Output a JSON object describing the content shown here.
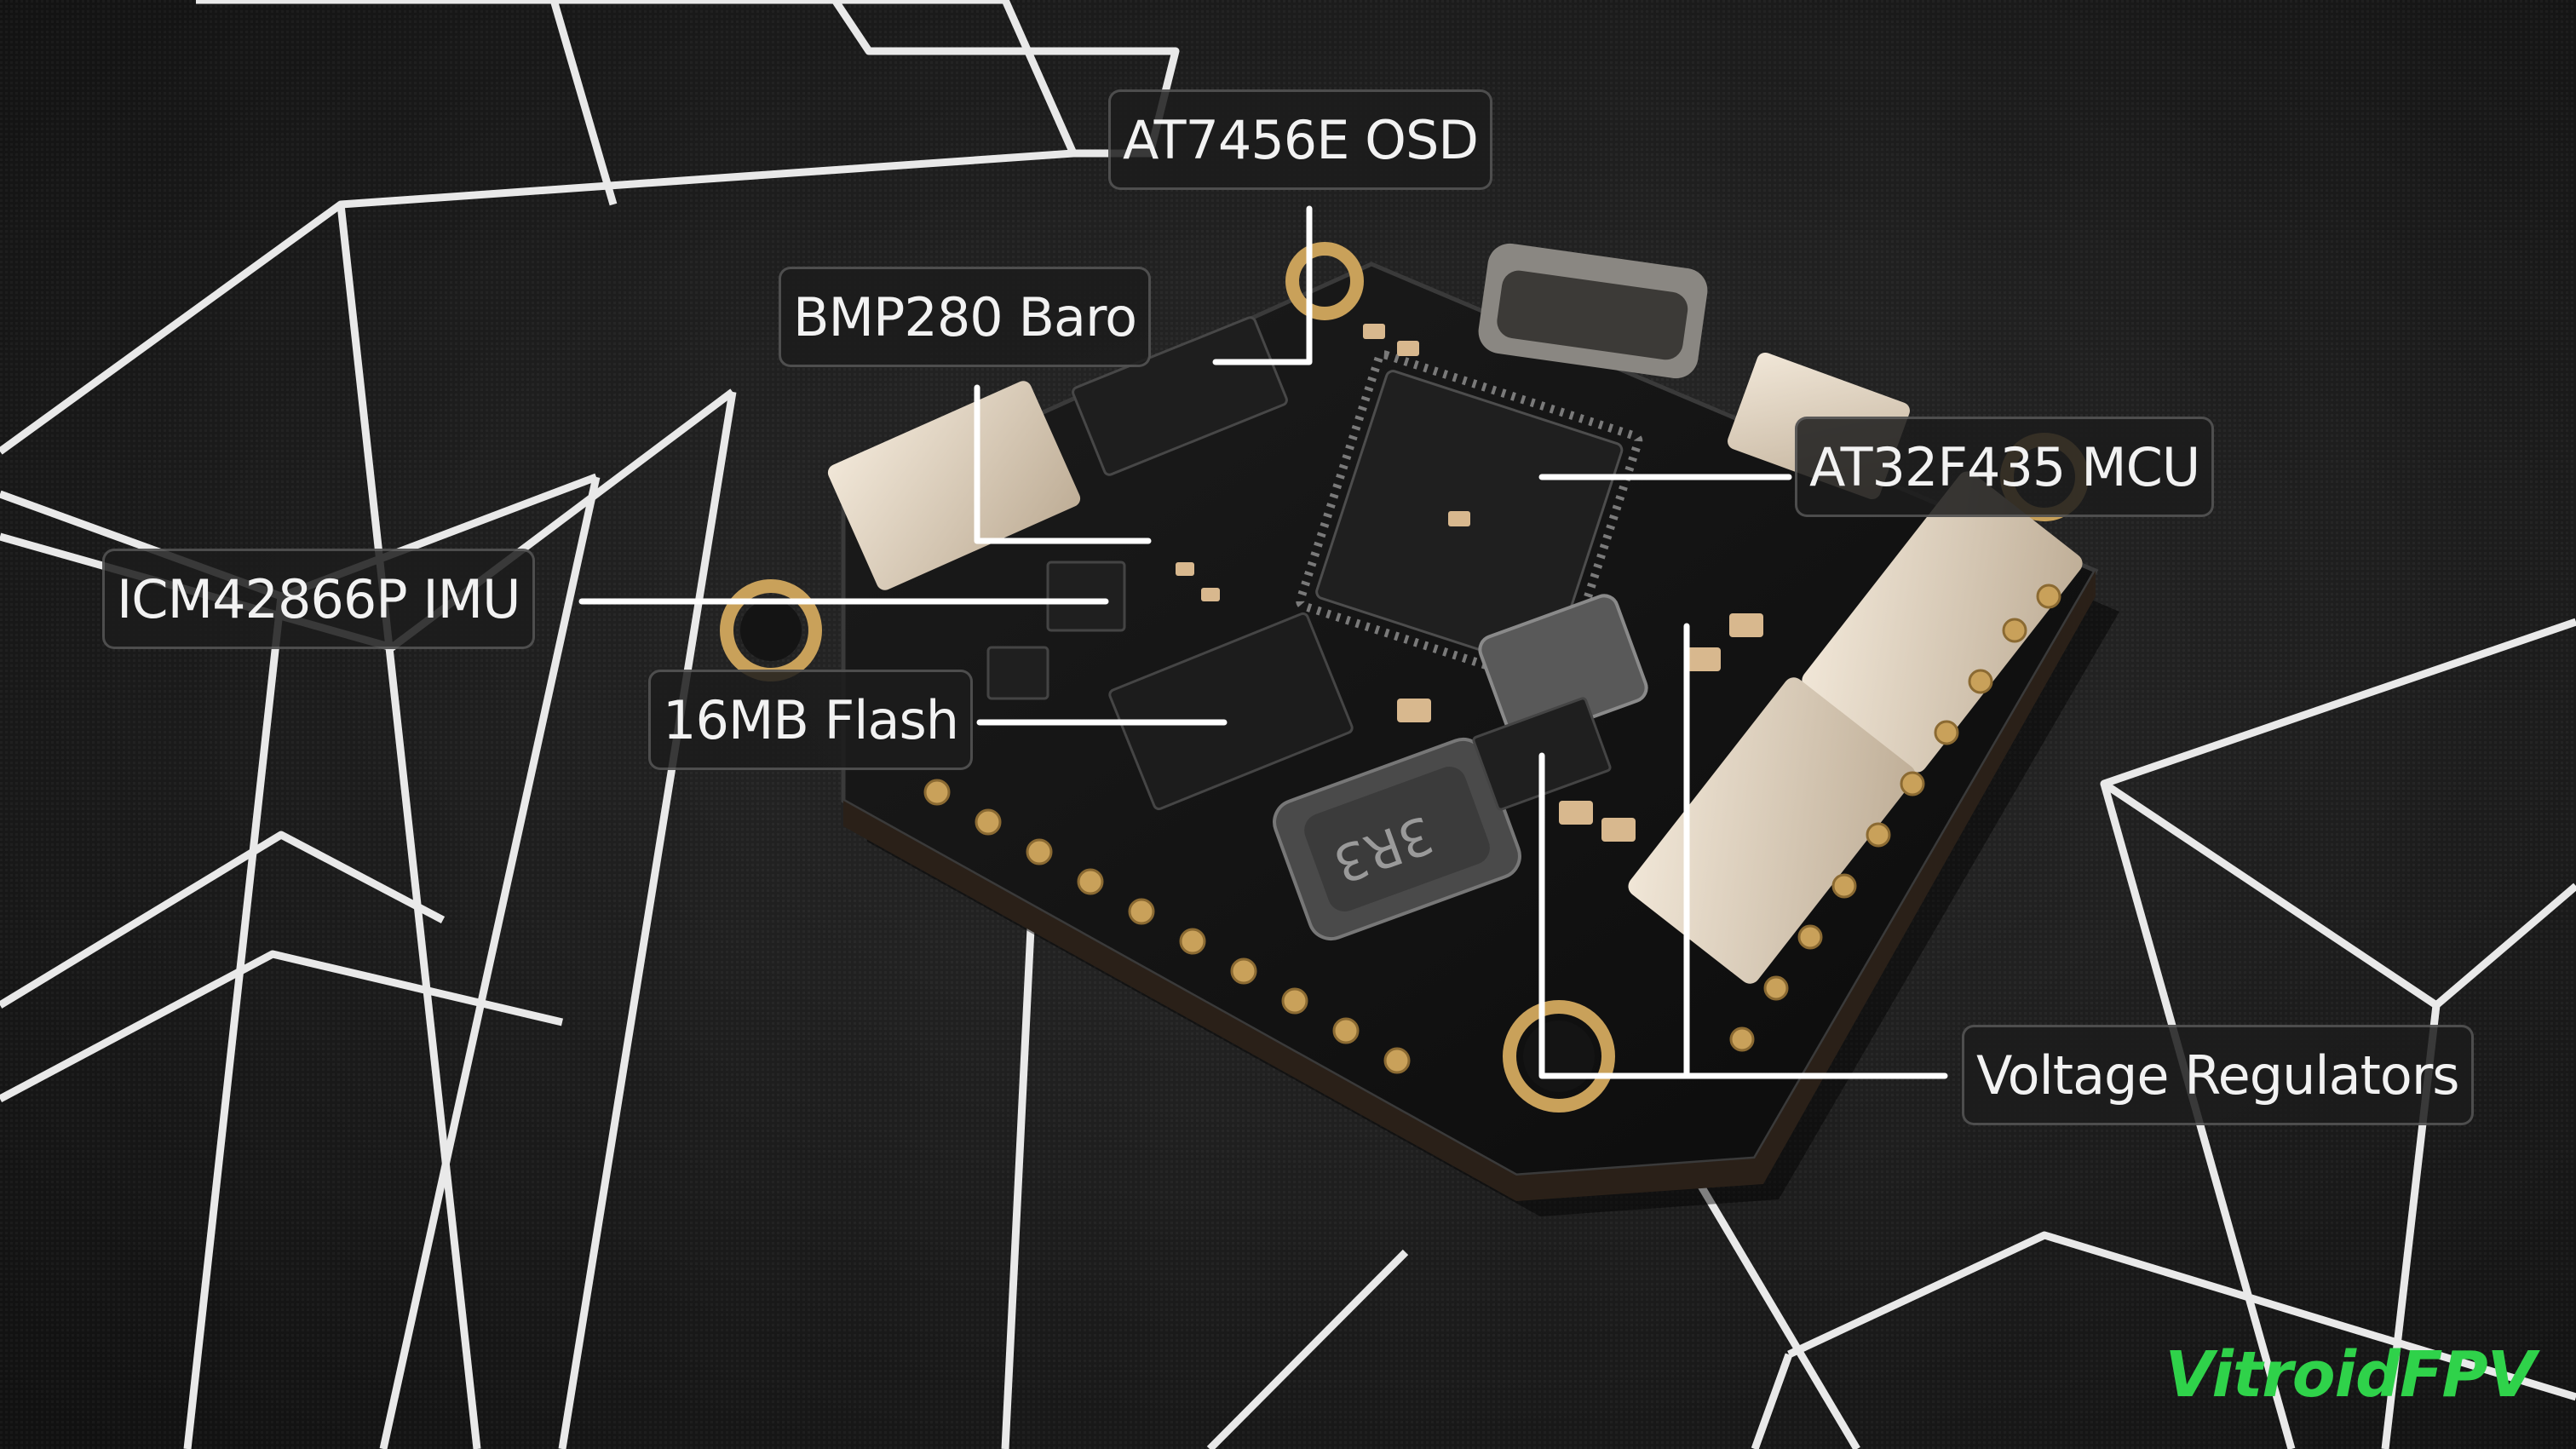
{
  "labels": {
    "osd": "AT7456E OSD",
    "baro": "BMP280 Baro",
    "mcu": "AT32F435 MCU",
    "imu": "ICM42866P IMU",
    "flash": "16MB Flash",
    "regulators": "Voltage Regulators"
  },
  "watermark": "VitroidFPV",
  "colors": {
    "background": "#1a1a1a",
    "board": "#121212",
    "pad_gold": "#c9a15a",
    "connector": "#e8dccb",
    "leader_line": "#ffffff",
    "watermark": "#2fd24a"
  }
}
